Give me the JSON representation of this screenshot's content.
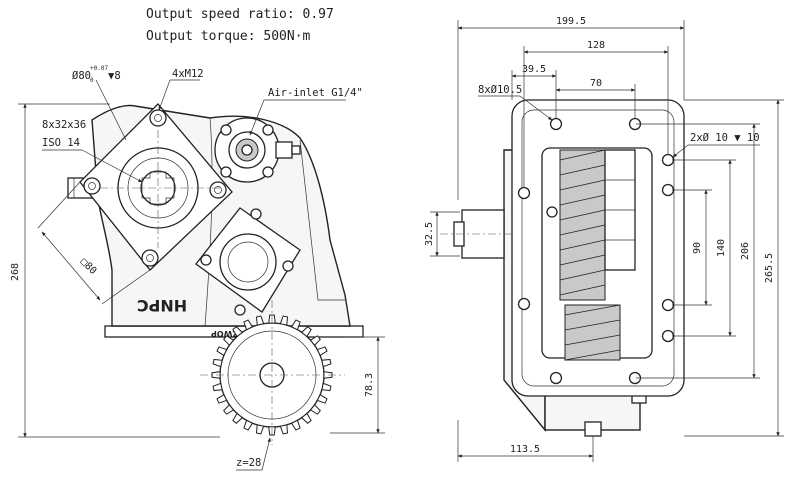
{
  "specs": {
    "speed_ratio": "Output speed ratio: 0.97",
    "torque": "Output torque: 500N·m"
  },
  "left_view": {
    "flange_dia": "Ø80",
    "flange_tol_upper": "+0.07",
    "flange_tol_lower": "0",
    "flange_depth": "▼8",
    "bolts": "4xM12",
    "air_inlet": "Air-inlet G1/4\"",
    "spline_1": "8x32x36",
    "spline_2": "ISO 14",
    "square_size": "□80",
    "height": "268",
    "gear_height": "78.3",
    "teeth": "z=28",
    "brand": "HNPC",
    "brand_mirrored": "HZWOP"
  },
  "right_view": {
    "overall_width": "199.5",
    "width_128": "128",
    "width_39_5": "39.5",
    "width_70": "70",
    "holes_main": "8xØ10.5",
    "holes_side": "2xØ 10 ▼ 10",
    "dim_32_5": "32.5",
    "dim_90": "90",
    "dim_140": "140",
    "dim_206": "206",
    "dim_265_5": "265.5",
    "dim_113_5": "113.5"
  }
}
